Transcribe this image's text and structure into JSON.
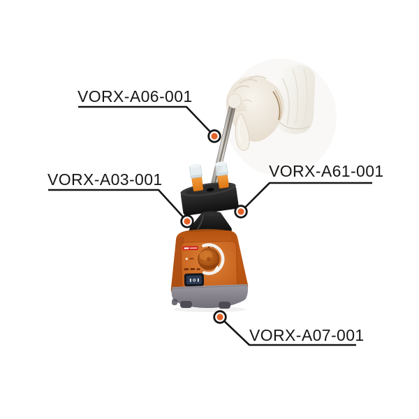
{
  "figure": {
    "description": "Vortex mixer with foam tube-holder attachment; gloved hand inserting retainer rod; four part callouts"
  },
  "callouts": [
    {
      "id": "vorx-a06",
      "label": "VORX-A06-001",
      "part": "retainer rod"
    },
    {
      "id": "vorx-a03",
      "label": "VORX-A03-001",
      "part": "rubber mount"
    },
    {
      "id": "vorx-a61",
      "label": "VORX-A61-001",
      "part": "foam tube holder"
    },
    {
      "id": "vorx-a07",
      "label": "VORX-A07-001",
      "part": "mixer base"
    }
  ],
  "colors": {
    "callout_dot_orange": "#E4622A",
    "callout_line_black": "#151515",
    "device_body_orange": "#C55A17",
    "device_base_gray": "#8B8890",
    "foam_black": "#1C1C1C",
    "tube_liquid_orange": "#EE8A28"
  }
}
